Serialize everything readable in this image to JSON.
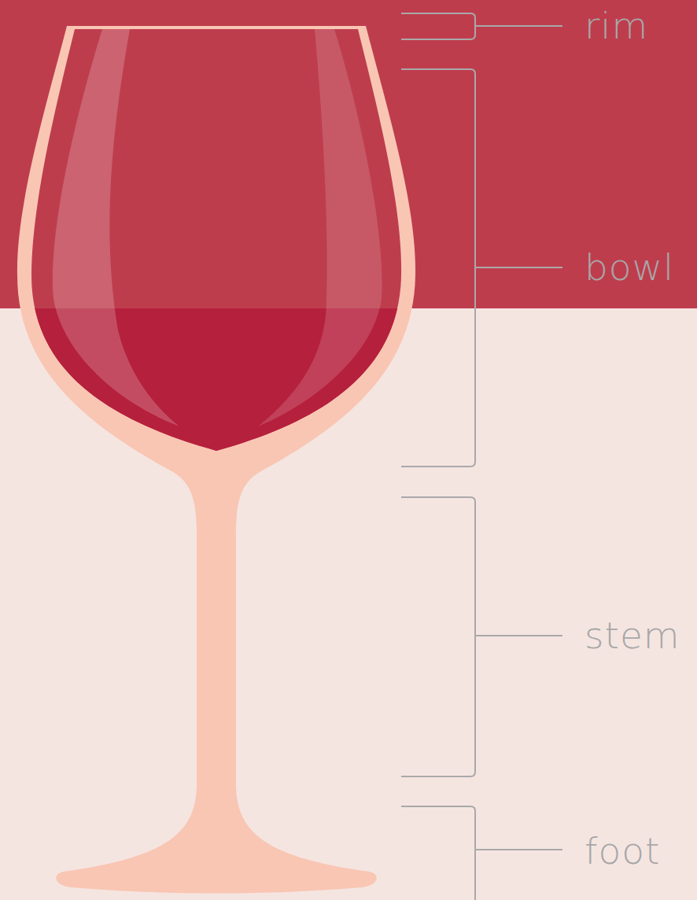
{
  "diagram": {
    "labels": [
      "rim",
      "bowl",
      "stem",
      "foot"
    ]
  }
}
